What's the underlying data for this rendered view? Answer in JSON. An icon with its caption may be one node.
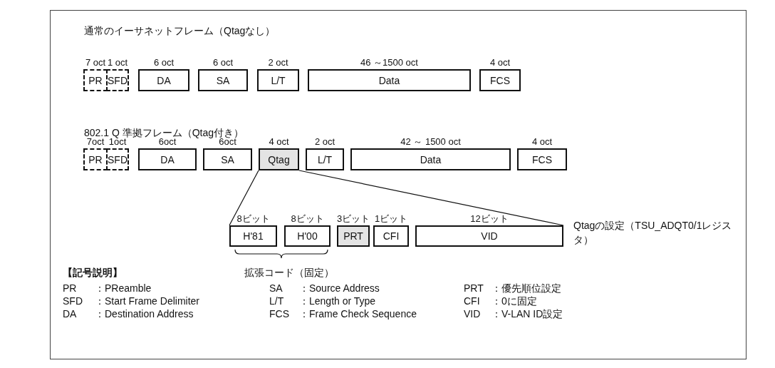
{
  "diagram": {
    "nodes": [
      {
        "text": [
          "PR"
        ],
        "beside": [
          "7 oct"
        ]
      },
      {
        "text": [
          "SFD"
        ],
        "beside": [
          "1 oct"
        ]
      },
      {
        "text": [
          "DA"
        ],
        "beside": [
          "6 oct"
        ]
      },
      {
        "text": [
          "SA"
        ],
        "beside": [
          "6 oct"
        ]
      },
      {
        "text": [
          "L/T"
        ],
        "beside": [
          "2 oct"
        ]
      },
      {
        "text": [
          "Data"
        ],
        "beside": [
          "46 ～1500 oct"
        ]
      },
      {
        "text": [
          "FCS"
        ],
        "beside": [
          "4 oct"
        ]
      },
      {
        "text": [
          "PR"
        ],
        "beside": [
          "7oct"
        ]
      },
      {
        "text": [
          "SFD"
        ],
        "beside": [
          "1oct"
        ]
      },
      {
        "text": [
          "DA"
        ],
        "beside": [
          "6oct"
        ]
      },
      {
        "text": [
          "SA"
        ],
        "beside": [
          "6oct"
        ]
      },
      {
        "text": [
          "Qtag"
        ],
        "beside": [
          "4 oct"
        ]
      },
      {
        "text": [
          "L/T"
        ],
        "beside": [
          "2 oct"
        ]
      },
      {
        "text": [
          "Data"
        ],
        "beside": [
          "42 ～ 1500 oct"
        ]
      },
      {
        "text": [
          "FCS"
        ],
        "beside": [
          "4 oct"
        ]
      },
      {
        "text": [
          "H'81"
        ],
        "beside": [
          "8ビット"
        ]
      },
      {
        "text": [
          "H'00"
        ],
        "beside": [
          "8ビット"
        ]
      },
      {
        "text": [
          "PRT"
        ],
        "beside": [
          "3ビット"
        ]
      },
      {
        "text": [
          "CFI"
        ],
        "beside": [
          "1ビット"
        ]
      },
      {
        "text": [
          "VID"
        ],
        "beside": [
          "12ビット"
        ]
      }
    ],
    "edges": [
      {
        "from": 11,
        "to": 15,
        "arrow": "none"
      },
      {
        "from": 11,
        "to": 19,
        "arrow": "none"
      }
    ],
    "labels": [
      "通常のイーサネットフレーム（Qtagなし）",
      "802.1 Q 準拠フレーム（Qtag付き）",
      "Qtagの設定（TSU_ADQT0/1レジスタ）",
      "【記号説明】",
      "拡張コード（固定）",
      "PR",
      "：PReamble",
      "SA",
      "：Source Address",
      "PRT",
      "：優先順位設定",
      "SFD",
      "：Start Frame Delimiter",
      "L/T",
      "：Length or Type",
      "CFI",
      "：0に固定",
      "DA",
      "：Destination Address",
      "FCS",
      "：Frame Check Sequence",
      "VID",
      "：V-LAN ID設定"
    ]
  }
}
